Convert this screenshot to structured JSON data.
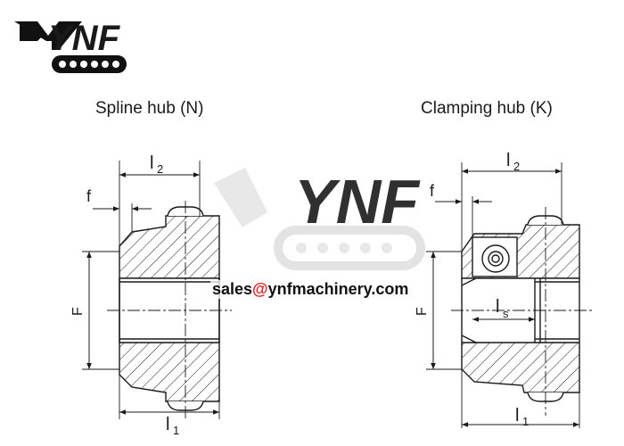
{
  "brand": {
    "logo_text": "YNF"
  },
  "titles": {
    "spline_hub": "Spline hub (N)",
    "clamping_hub": "Clamping hub (K)"
  },
  "contact": {
    "email_user": "sales",
    "email_at": "@",
    "email_domain": "ynfmachinery.com"
  },
  "dimensions": {
    "left": {
      "l2_main": "l",
      "l2_sub": "2",
      "f": "f",
      "F": "F",
      "l1_main": "l",
      "l1_sub": "1"
    },
    "right": {
      "l2_main": "l",
      "l2_sub": "2",
      "f": "f",
      "F": "F",
      "ls_main": "l",
      "ls_sub": "s",
      "l1_main": "l",
      "l1_sub": "1"
    }
  },
  "colors": {
    "line": "#1a1a1a",
    "accent": "#e02020",
    "watermark": "#d9d9d9"
  }
}
